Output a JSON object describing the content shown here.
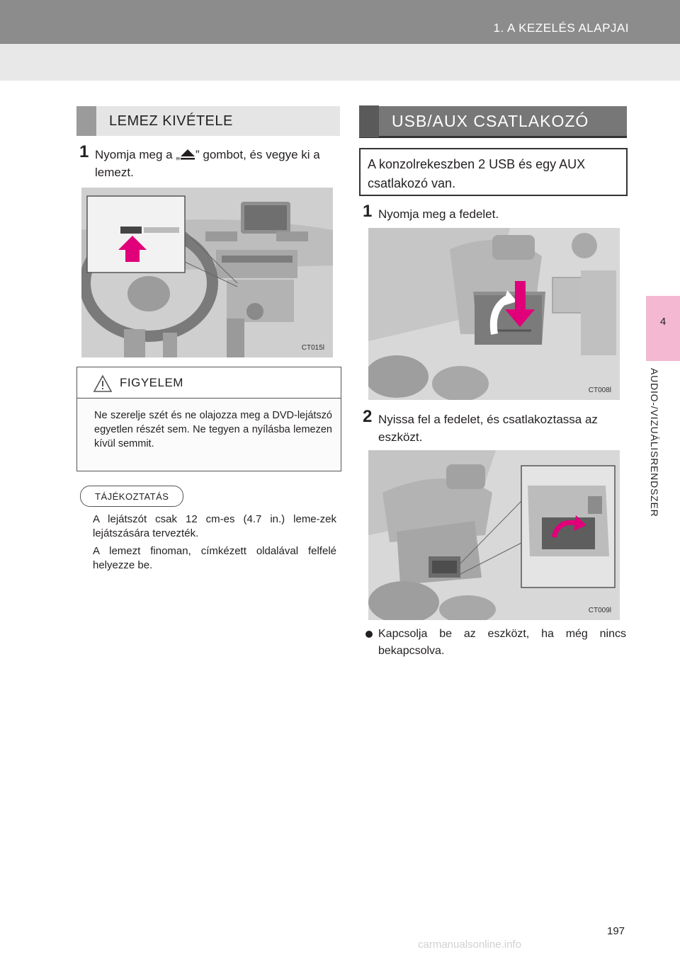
{
  "header": {
    "chapter_title": "1. A KEZELÉS ALAPJAI"
  },
  "side_tab": {
    "number": "4",
    "text": "AUDIO-/VIZUÁLISRENDSZER",
    "color": "#f4b8d2"
  },
  "page_number": "197",
  "left": {
    "section_title": "LEMEZ KIVÉTELE",
    "step1": {
      "num": "1",
      "text_before": "Nyomja meg a „",
      "text_after": "” gombot, és vegye ki a lemezt."
    },
    "figure1": {
      "code": "CT015l"
    },
    "caution": {
      "title": "FIGYELEM",
      "text": "Ne szerelje szét és ne olajozza meg a DVD-lejátszó egyetlen részét sem. Ne tegyen a nyílásba lemezen kívül semmit."
    },
    "info": {
      "label": "TÁJÉKOZTATÁS",
      "p1": "A lejátszót csak 12 cm-es (4.7 in.) leme-zek lejátszására tervezték.",
      "p2": "A lemezt finoman, címkézett oldalával felfelé helyezze be."
    }
  },
  "right": {
    "section_title": "USB/AUX CSATLAKOZÓ",
    "intro": "A konzolrekeszben 2 USB és egy AUX csatlakozó van.",
    "step1": {
      "num": "1",
      "text": "Nyomja meg a fedelet."
    },
    "figure2": {
      "code": "CT008l"
    },
    "step2": {
      "num": "2",
      "text": "Nyissa fel a fedelet, és csatlakoztassa az eszközt."
    },
    "figure3": {
      "code": "CT009l"
    },
    "bullet": "Kapcsolja be az eszközt, ha még nincs bekapcsolva."
  },
  "footer": {
    "watermark": "carmanualsonline.info"
  },
  "colors": {
    "arrow": "#e0007a",
    "header_band": "#8c8c8c"
  }
}
